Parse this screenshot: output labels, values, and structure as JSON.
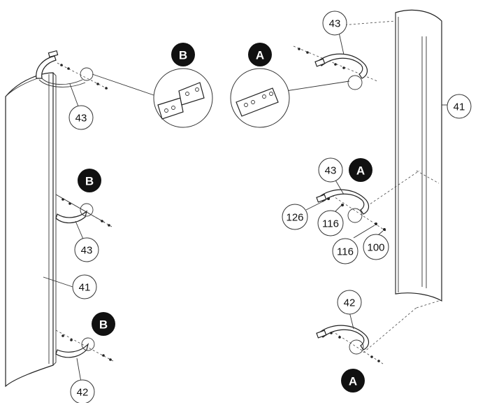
{
  "callouts": {
    "c43_left_top": "43",
    "c43_left_mid": "43",
    "c41_left": "41",
    "c42_left": "42",
    "c43_right_top": "43",
    "c41_right": "41",
    "c43_right_mid": "43",
    "c126": "126",
    "c116_a": "116",
    "c116_b": "116",
    "c100": "100",
    "c42_right": "42"
  },
  "badges": {
    "b_detail": "B",
    "a_detail": "A",
    "b_left_mid": "B",
    "b_left_bottom": "B",
    "a_right_mid": "A",
    "a_right_bottom": "A"
  },
  "colors": {
    "badge_fill": "#111111",
    "line": "#333333"
  }
}
